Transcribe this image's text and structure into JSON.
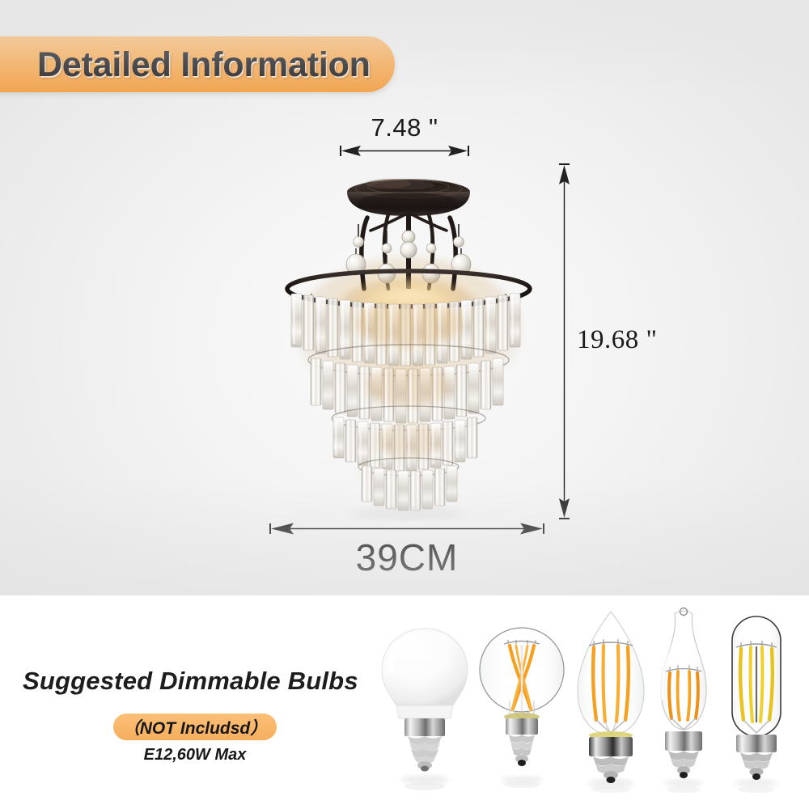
{
  "header": {
    "banner_label": "Detailed Information",
    "banner_color": "#F6AE5D",
    "banner_text_color": "#2B2B2F"
  },
  "product": {
    "name": "crystal-semi-flush-mount-chandelier",
    "finish": "black-bronze",
    "tiers": 4,
    "background_color": "#EFEFEF"
  },
  "dimensions": {
    "top_width_label": "7.48 \"",
    "right_height_label": "19.68 \"",
    "bottom_width_label": "39CM",
    "arrow_color": "#1B1B1B"
  },
  "bulbs_section": {
    "title": "Suggested Dimmable Bulbs",
    "not_included_label": "（NOT Includsd）",
    "not_included_pill_color": "#F6AE5D",
    "spec_label": "E12,60W Max",
    "background_color": "#FFFFFF",
    "items": [
      {
        "name": "frosted-globe-led-bulb",
        "shape": "globe-frosted",
        "base": "E12",
        "filament_color": "none"
      },
      {
        "name": "clear-globe-filament-bulb",
        "shape": "globe-clear",
        "base": "E12",
        "filament_color": "#F5A020"
      },
      {
        "name": "torpedo-candle-filament-bulb",
        "shape": "torpedo",
        "base": "E12",
        "filament_color": "#F5A020"
      },
      {
        "name": "flame-tip-candle-filament-bulb",
        "shape": "flame-tip",
        "base": "E12",
        "filament_color": "#F0921C"
      },
      {
        "name": "tubular-filament-bulb",
        "shape": "tubular",
        "base": "E12",
        "filament_color": "#E8C21E"
      }
    ]
  }
}
